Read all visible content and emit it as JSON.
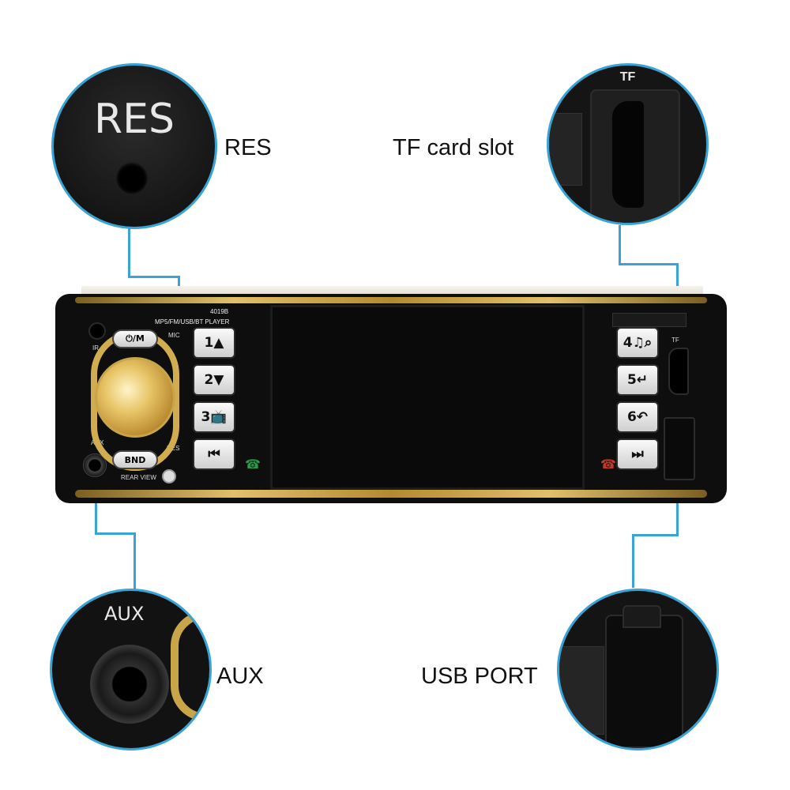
{
  "callouts": {
    "res": {
      "label": "RES",
      "circle_text": "RES"
    },
    "tf": {
      "label": "TF card slot",
      "circle_text": "TF"
    },
    "aux": {
      "label": "AUX",
      "circle_text": "AUX"
    },
    "usb": {
      "label": "USB PORT"
    }
  },
  "device": {
    "model": "4019B",
    "subtitle": "MP5/FM/USB/BT PLAYER",
    "ir_label": "IR",
    "mic_label": "MIC",
    "aux_label": "AUX",
    "res_label": "RES",
    "rear_view_label": "REAR VIEW",
    "tf_label": "TF",
    "power_button": "⏻/M",
    "band_button": "BND",
    "buttons": {
      "b1": "1▲",
      "b2": "2▼",
      "b3": "3📺",
      "prev": "⏮",
      "b4": "4♫⌕",
      "b5": "5↵",
      "b6": "6↶",
      "next": "⏭"
    }
  },
  "colors": {
    "accent": "#3aa3d6",
    "gold": "#d9b14a",
    "body": "#111111"
  }
}
